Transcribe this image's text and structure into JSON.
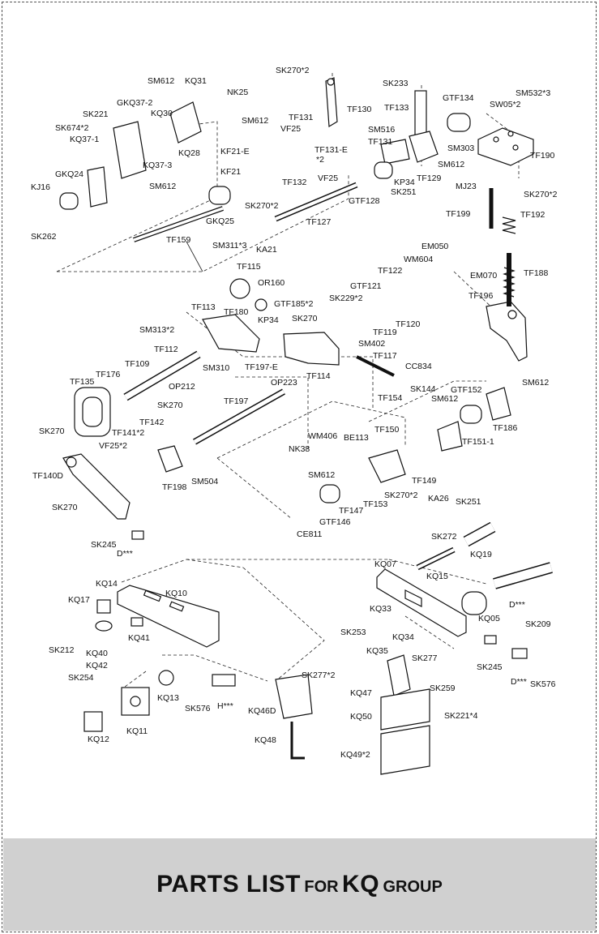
{
  "footer": {
    "part1": "PARTS LIST",
    "part2": "FOR",
    "part3": "KQ",
    "part4": "GROUP"
  },
  "labels": [
    "SM612",
    "KQ31",
    "NK25",
    "SK221",
    "GKQ37-2",
    "KQ30",
    "SK674*2",
    "KQ37-1",
    "KQ28",
    "KQ37-3",
    "GKQ24",
    "KJ16",
    "SM612",
    "SK262",
    "SM612",
    "KF21-E",
    "KF21",
    "TF132",
    "SK270*2",
    "GKQ25",
    "TF159",
    "SK270*2",
    "TF130",
    "TF131",
    "VF25",
    "TF131-E",
    "*2",
    "VF25",
    "GTF128",
    "TF127",
    "KA21",
    "SK233",
    "TF133",
    "GTF134",
    "SW05*2",
    "SM532*3",
    "SM516",
    "TF131",
    "SM303",
    "TF190",
    "SM612",
    "TF129",
    "SK251",
    "KP34",
    "MJ23",
    "SK270*2",
    "TF199",
    "TF192",
    "SM311*3",
    "TF115",
    "OR160",
    "TF113",
    "TF180",
    "GTF185*2",
    "SM313*2",
    "KP34",
    "SK270",
    "TF112",
    "SM310",
    "TF114",
    "OP212",
    "TF109",
    "TF176",
    "TF135",
    "EM050",
    "WM604",
    "TF122",
    "EM070",
    "TF188",
    "TF196",
    "GTF121",
    "SK229*2",
    "TF120",
    "TF119",
    "SM402",
    "TF117",
    "CC834",
    "TF197-E",
    "OP223",
    "TF197",
    "SK270",
    "TF142",
    "TF141*2",
    "SK270",
    "VF25*2",
    "TF140D",
    "TF198",
    "SM504",
    "SK270",
    "SK245",
    "D***",
    "TF154",
    "SK144",
    "SM612",
    "GTF152",
    "SM612",
    "TF186",
    "TF150",
    "TF151-1",
    "WM406",
    "BE113",
    "NK38",
    "SM612",
    "TF149",
    "SK270*2",
    "TF147",
    "TF153",
    "GTF146",
    "CE811",
    "KA26",
    "SK251",
    "SK272",
    "KQ19",
    "KQ07",
    "KQ15",
    "KQ14",
    "KQ10",
    "KQ17",
    "KQ41",
    "SK212",
    "KQ40",
    "KQ42",
    "SK254",
    "KQ33",
    "SK253",
    "KQ34",
    "KQ35",
    "KQ05",
    "D***",
    "SK209",
    "SK245",
    "D***",
    "SK576",
    "SK277",
    "SK259",
    "KQ47",
    "SK277*2",
    "KQ13",
    "SK576",
    "H***",
    "KQ46D",
    "KQ50",
    "SK221*4",
    "KQ48",
    "KQ49*2",
    "KQ11",
    "KQ12"
  ]
}
